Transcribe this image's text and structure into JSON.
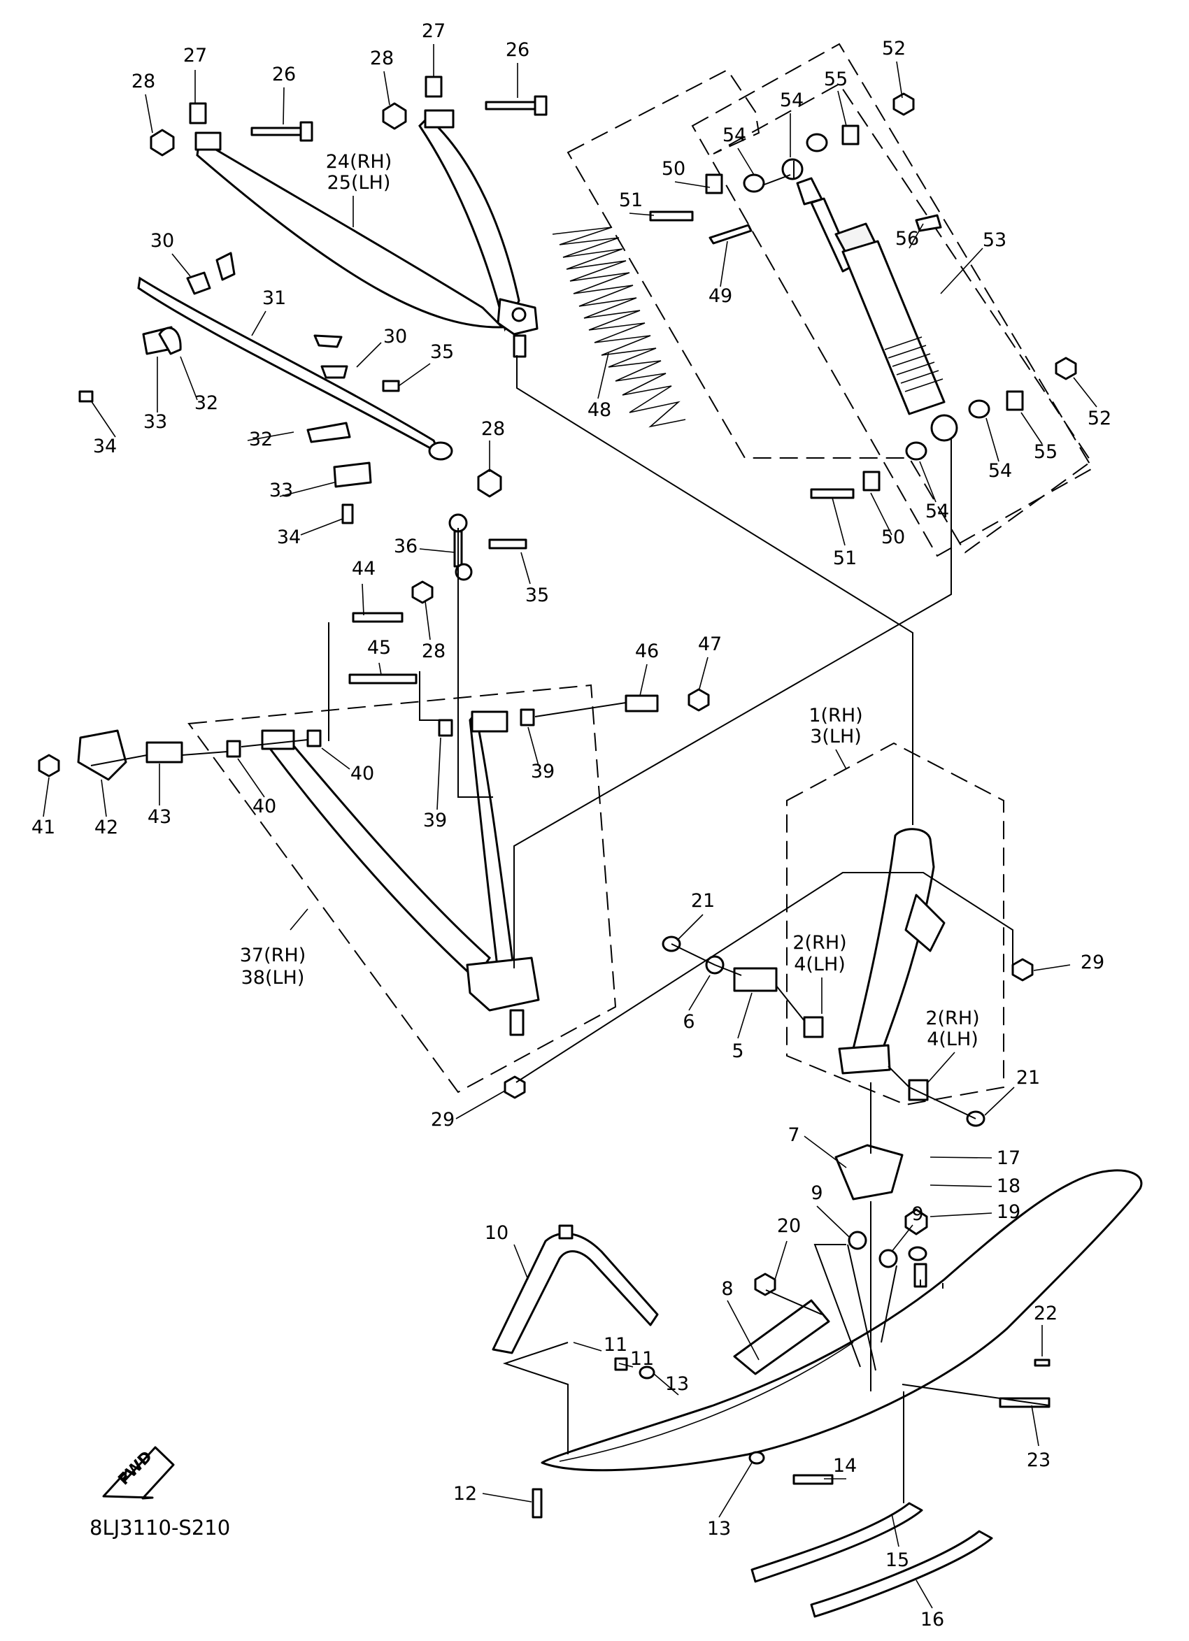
{
  "diagram_code": "8LJ3110-S210",
  "direction_label": "FWD",
  "callouts": [
    {
      "text": "1(RH)"
    },
    {
      "text": "3(LH)"
    },
    {
      "text": "2(RH)"
    },
    {
      "text": "4(LH)"
    },
    {
      "text": "2(RH)"
    },
    {
      "text": "4(LH)"
    },
    {
      "text": "5"
    },
    {
      "text": "6"
    },
    {
      "text": "7"
    },
    {
      "text": "8"
    },
    {
      "text": "9"
    },
    {
      "text": "9"
    },
    {
      "text": "10"
    },
    {
      "text": "11"
    },
    {
      "text": "11"
    },
    {
      "text": "12"
    },
    {
      "text": "13"
    },
    {
      "text": "13"
    },
    {
      "text": "14"
    },
    {
      "text": "15"
    },
    {
      "text": "16"
    },
    {
      "text": "17"
    },
    {
      "text": "18"
    },
    {
      "text": "19"
    },
    {
      "text": "20"
    },
    {
      "text": "21"
    },
    {
      "text": "21"
    },
    {
      "text": "22"
    },
    {
      "text": "23"
    },
    {
      "text": "24(RH)"
    },
    {
      "text": "25(LH)"
    },
    {
      "text": "26"
    },
    {
      "text": "26"
    },
    {
      "text": "27"
    },
    {
      "text": "27"
    },
    {
      "text": "28"
    },
    {
      "text": "28"
    },
    {
      "text": "28"
    },
    {
      "text": "28"
    },
    {
      "text": "29"
    },
    {
      "text": "29"
    },
    {
      "text": "30"
    },
    {
      "text": "30"
    },
    {
      "text": "31"
    },
    {
      "text": "32"
    },
    {
      "text": "32"
    },
    {
      "text": "33"
    },
    {
      "text": "33"
    },
    {
      "text": "34"
    },
    {
      "text": "34"
    },
    {
      "text": "35"
    },
    {
      "text": "35"
    },
    {
      "text": "36"
    },
    {
      "text": "37(RH)"
    },
    {
      "text": "38(LH)"
    },
    {
      "text": "39"
    },
    {
      "text": "39"
    },
    {
      "text": "40"
    },
    {
      "text": "40"
    },
    {
      "text": "41"
    },
    {
      "text": "42"
    },
    {
      "text": "43"
    },
    {
      "text": "44"
    },
    {
      "text": "45"
    },
    {
      "text": "46"
    },
    {
      "text": "47"
    },
    {
      "text": "48"
    },
    {
      "text": "49"
    },
    {
      "text": "50"
    },
    {
      "text": "50"
    },
    {
      "text": "51"
    },
    {
      "text": "51"
    },
    {
      "text": "52"
    },
    {
      "text": "52"
    },
    {
      "text": "53"
    },
    {
      "text": "54"
    },
    {
      "text": "54"
    },
    {
      "text": "54"
    },
    {
      "text": "54"
    },
    {
      "text": "55"
    },
    {
      "text": "55"
    },
    {
      "text": "56"
    }
  ]
}
